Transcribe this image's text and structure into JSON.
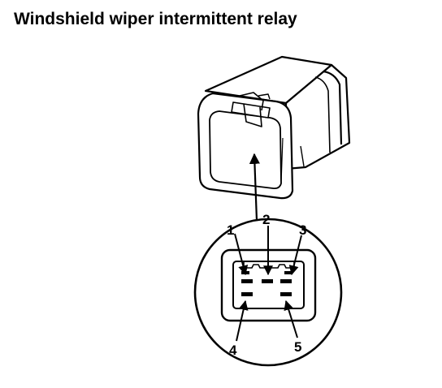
{
  "title": "Windshield wiper intermittent relay",
  "pins": [
    {
      "number": "1"
    },
    {
      "number": "2"
    },
    {
      "number": "3"
    },
    {
      "number": "4"
    },
    {
      "number": "5"
    }
  ],
  "colors": {
    "line": "#000000",
    "background": "#ffffff"
  }
}
